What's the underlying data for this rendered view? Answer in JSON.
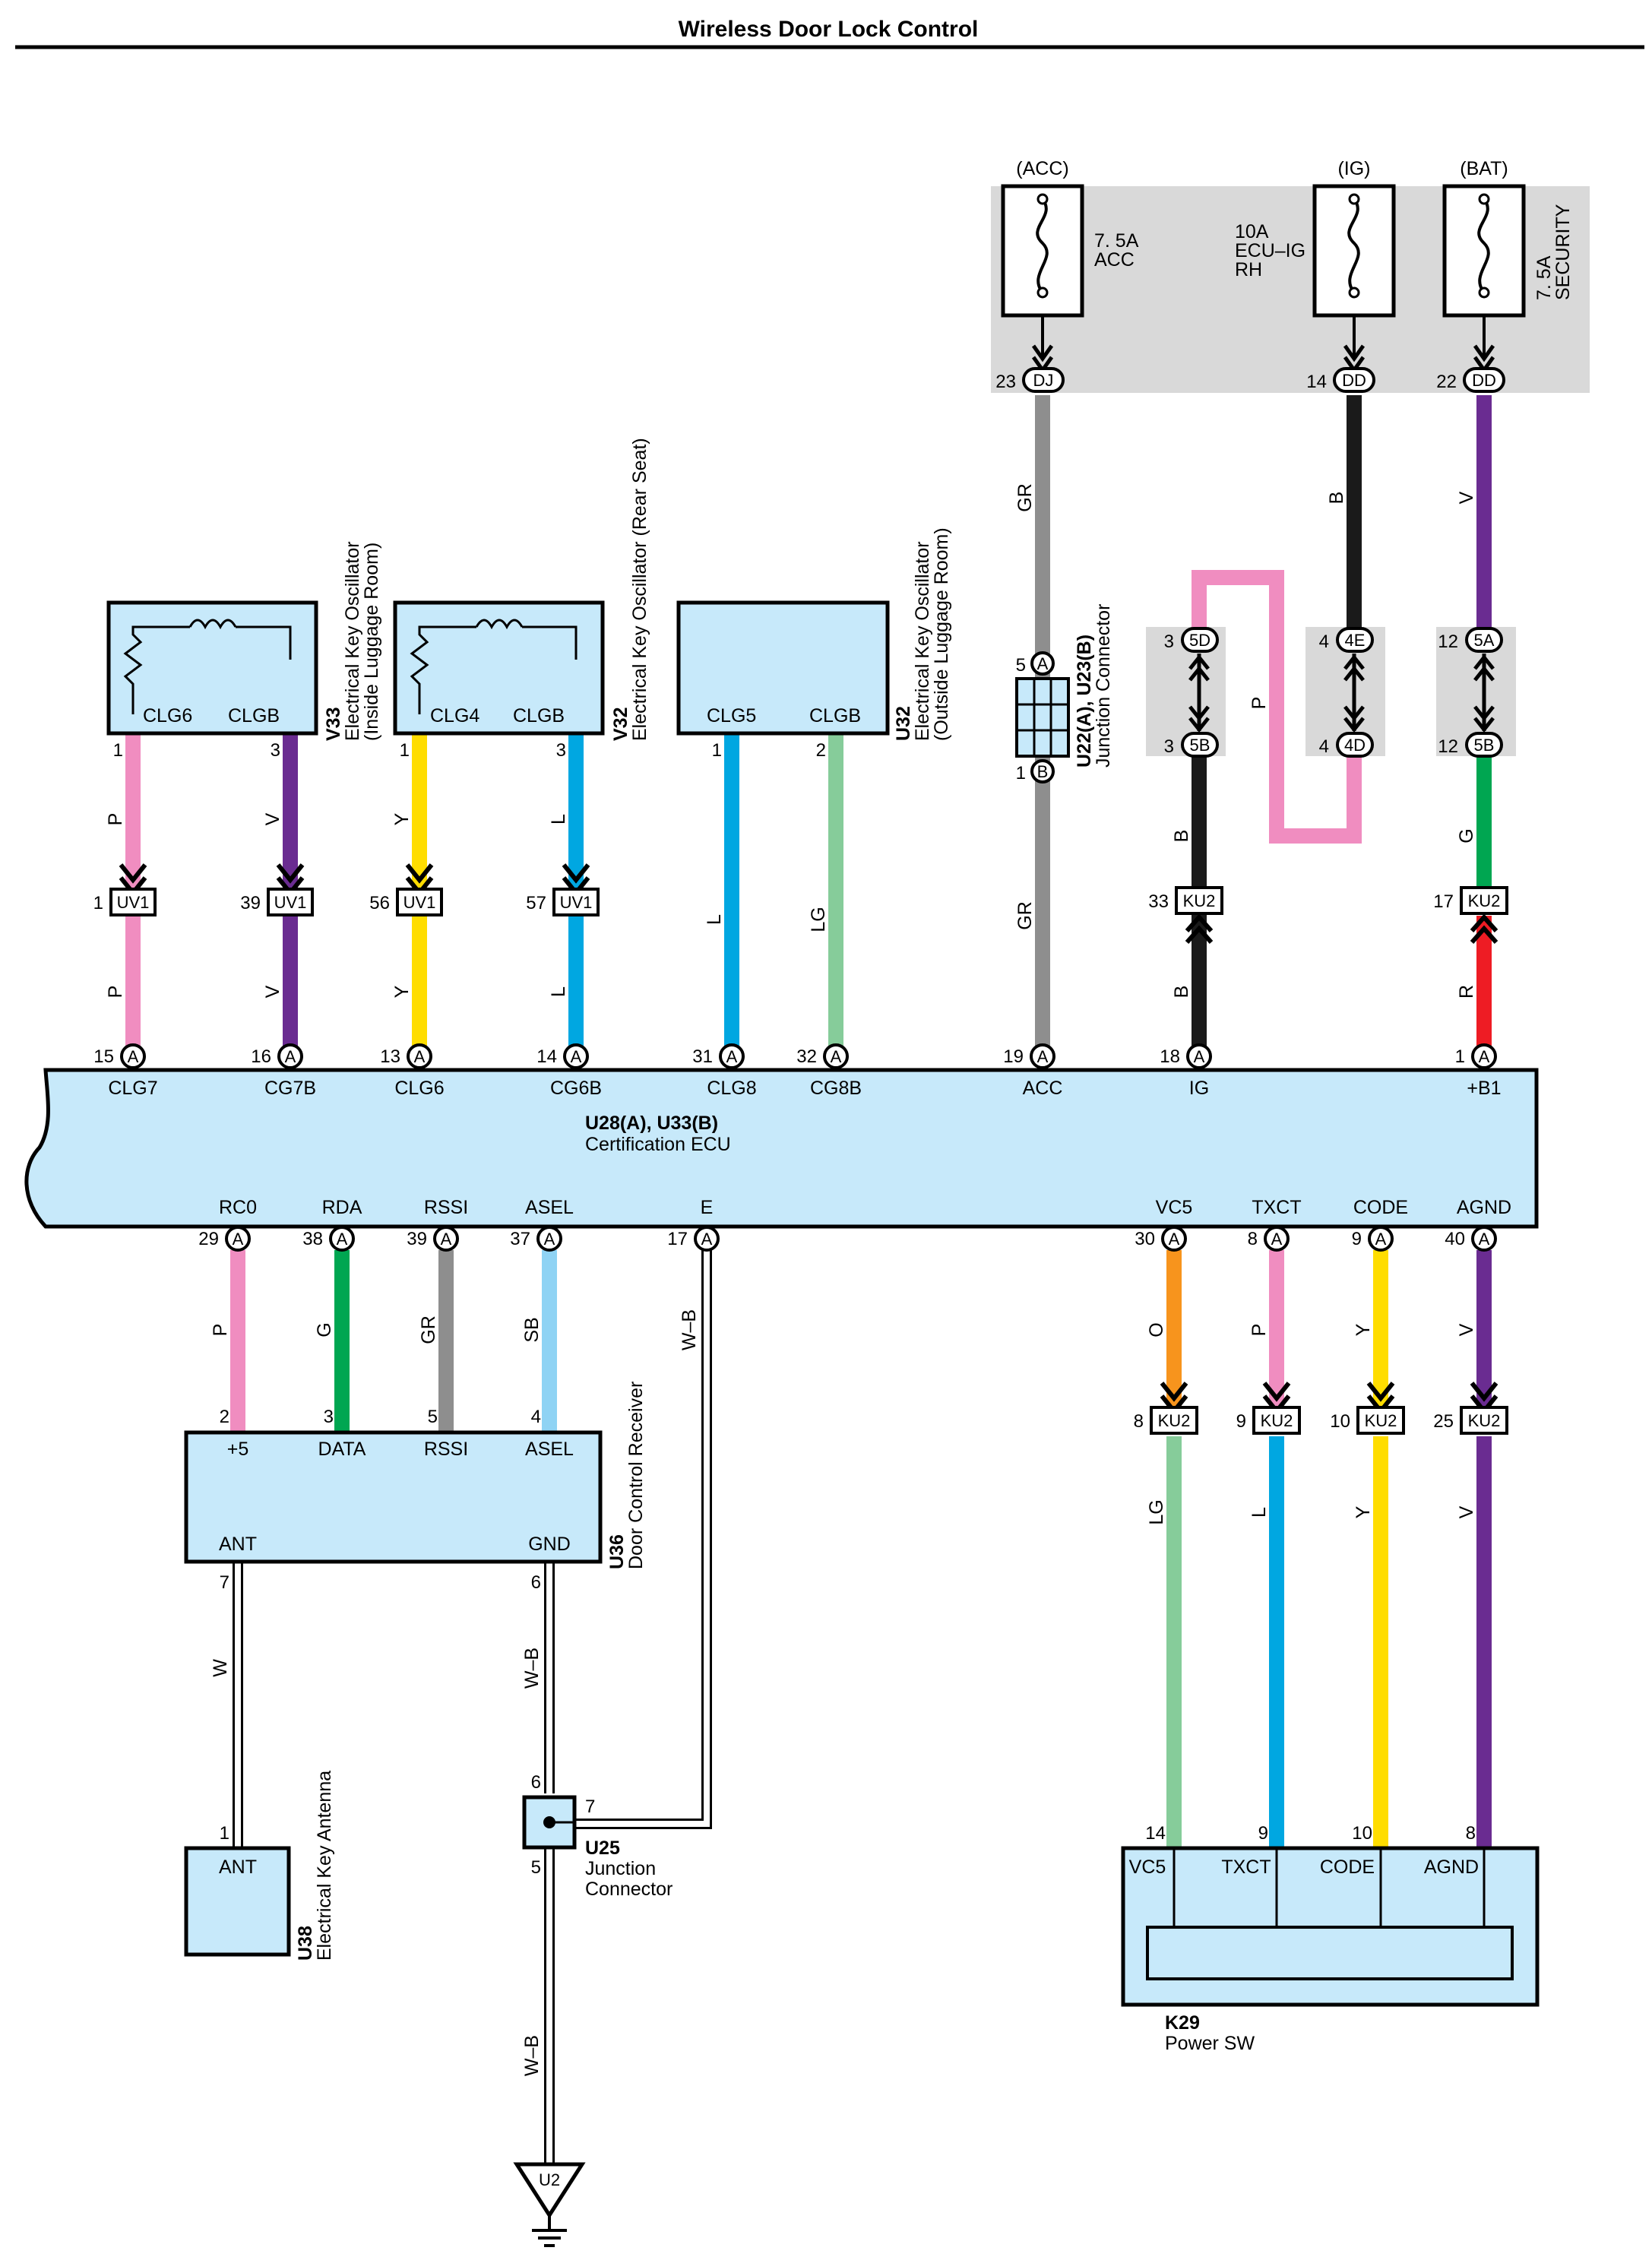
{
  "title": "Wireless Door Lock Control",
  "colors": {
    "P": "#f08dc0",
    "V": "#6a2c91",
    "Y": "#ffdd00",
    "L": "#00a7e1",
    "LG": "#86cc9a",
    "GR": "#8e8e8e",
    "B": "#1a1a1a",
    "G": "#00a651",
    "R": "#ee1c24",
    "O": "#f7941d",
    "SB": "#8fd3f4",
    "W": "#ffffff",
    "box": "#c7e9fa",
    "fusebg": "#d9d9d9"
  },
  "fuses": [
    {
      "source": "(ACC)",
      "rating": "7. 5A",
      "name": "ACC",
      "pin": "23",
      "conn": "DJ"
    },
    {
      "source": "(IG)",
      "rating": "10A",
      "name": "ECU–IG",
      "name2": "RH",
      "pin": "14",
      "conn": "DD"
    },
    {
      "source": "(BAT)",
      "rating": "7. 5A",
      "name": "SECURITY",
      "pin": "22",
      "conn": "DD"
    }
  ],
  "oscillators": [
    {
      "code": "V33",
      "name": "Electrical Key Oscillator",
      "sub": "(Inside Luggage Room)",
      "t1": "CLG6",
      "t2": "CLGB",
      "p1": "1",
      "p2": "3"
    },
    {
      "code": "V32",
      "name": "Electrical Key Oscillator (Rear Seat)",
      "t1": "CLG4",
      "t2": "CLGB",
      "p1": "1",
      "p2": "3"
    },
    {
      "code": "U32",
      "name": "Electrical Key Oscillator",
      "sub": "(Outside Luggage Room)",
      "t1": "CLG5",
      "t2": "CLGB",
      "p1": "1",
      "p2": "2"
    }
  ],
  "jc_u22": {
    "code": "U22(A), U23(B)",
    "name": "Junction Connector",
    "pa": "5",
    "ca": "A",
    "pb": "1",
    "cb": "B"
  },
  "ecu": {
    "code": "U28(A), U33(B)",
    "name": "Certification ECU",
    "top": [
      {
        "pin": "15",
        "conn": "A",
        "label": "CLG7"
      },
      {
        "pin": "16",
        "conn": "A",
        "label": "CG7B"
      },
      {
        "pin": "13",
        "conn": "A",
        "label": "CLG6"
      },
      {
        "pin": "14",
        "conn": "A",
        "label": "CG6B"
      },
      {
        "pin": "31",
        "conn": "A",
        "label": "CLG8"
      },
      {
        "pin": "32",
        "conn": "A",
        "label": "CG8B"
      },
      {
        "pin": "19",
        "conn": "A",
        "label": "ACC"
      },
      {
        "pin": "18",
        "conn": "A",
        "label": "IG"
      },
      {
        "pin": "1",
        "conn": "A",
        "label": "+B1"
      }
    ],
    "bottom": [
      {
        "pin": "29",
        "conn": "A",
        "label": "RC0"
      },
      {
        "pin": "38",
        "conn": "A",
        "label": "RDA"
      },
      {
        "pin": "39",
        "conn": "A",
        "label": "RSSI"
      },
      {
        "pin": "37",
        "conn": "A",
        "label": "ASEL"
      },
      {
        "pin": "17",
        "conn": "A",
        "label": "E"
      },
      {
        "pin": "30",
        "conn": "A",
        "label": "VC5"
      },
      {
        "pin": "8",
        "conn": "A",
        "label": "TXCT"
      },
      {
        "pin": "9",
        "conn": "A",
        "label": "CODE"
      },
      {
        "pin": "40",
        "conn": "A",
        "label": "AGND"
      }
    ]
  },
  "inline_top": [
    {
      "pin": "1",
      "conn": "UV1"
    },
    {
      "pin": "39",
      "conn": "UV1"
    },
    {
      "pin": "56",
      "conn": "UV1"
    },
    {
      "pin": "57",
      "conn": "UV1"
    },
    {
      "pin": "33",
      "conn": "KU2"
    },
    {
      "pin": "17",
      "conn": "KU2"
    }
  ],
  "jb": [
    {
      "pa": "3",
      "ca": "5D",
      "pb": "3",
      "cb": "5B"
    },
    {
      "pa": "4",
      "ca": "4E",
      "pb": "4",
      "cb": "4D"
    },
    {
      "pa": "12",
      "ca": "5A",
      "pb": "12",
      "cb": "5B"
    }
  ],
  "inline_bottom": [
    {
      "pin": "8",
      "conn": "KU2"
    },
    {
      "pin": "9",
      "conn": "KU2"
    },
    {
      "pin": "10",
      "conn": "KU2"
    },
    {
      "pin": "25",
      "conn": "KU2"
    }
  ],
  "receiver": {
    "code": "U36",
    "name": "Door Control Receiver",
    "t": [
      "+5",
      "DATA",
      "RSSI",
      "ASEL"
    ],
    "tp": [
      "2",
      "3",
      "5",
      "4"
    ],
    "ant": "ANT",
    "antpin": "7",
    "gnd": "GND",
    "gndpin": "6"
  },
  "antenna": {
    "code": "U38",
    "name": "Electrical Key Antenna",
    "label": "ANT",
    "pin": "1"
  },
  "u25": {
    "code": "U25",
    "name": "Junction",
    "name2": "Connector",
    "p_top": "6",
    "p_right": "7",
    "p_bot": "5"
  },
  "ground": "U2",
  "power_sw": {
    "code": "K29",
    "name": "Power SW",
    "t": [
      "VC5",
      "TXCT",
      "CODE",
      "AGND"
    ],
    "tp": [
      "14",
      "9",
      "10",
      "8"
    ]
  },
  "wires": {
    "top_osc": [
      "P",
      "V",
      "Y",
      "L",
      "L",
      "LG"
    ],
    "top_ecu": [
      "P",
      "V",
      "Y",
      "L"
    ],
    "acc": [
      "GR",
      "GR"
    ],
    "ig": [
      "B",
      "P",
      "B"
    ],
    "bat": [
      "V",
      "G",
      "R"
    ],
    "bottom_rx": [
      "P",
      "G",
      "GR",
      "SB"
    ],
    "e": "W–B",
    "bottom_sw_a": [
      "O",
      "P",
      "Y",
      "V"
    ],
    "bottom_sw_b": [
      "LG",
      "L",
      "Y",
      "V"
    ],
    "ant": "W",
    "gnd1": "W–B",
    "gnd2": "W–B"
  }
}
